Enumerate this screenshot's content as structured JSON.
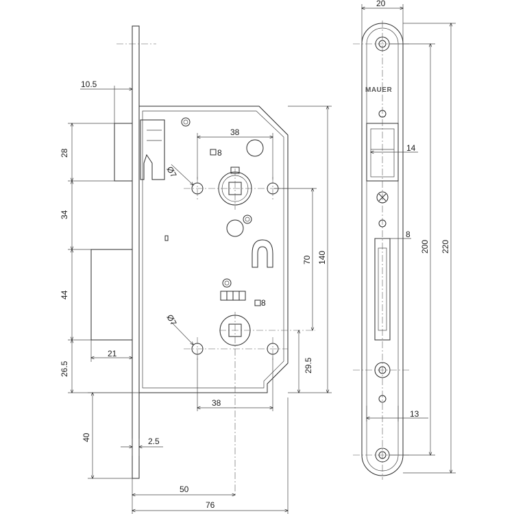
{
  "brand": "MAUER",
  "dimensions": {
    "backset_top_ref": "10.5",
    "latch_height": "28",
    "gap_latch_to_bolt": "34",
    "bolt_height": "44",
    "bolt_bottom": "26.5",
    "bolt_width": "21",
    "spindle_spacing_top": "38",
    "spindle_square_top": "8",
    "hole_diameter_top": "Ø7",
    "hole_diameter_bottom": "Ø7",
    "spindle_square_bottom": "8",
    "spindle_spacing_bottom": "38",
    "center_distance": "70",
    "case_height": "140",
    "bottom_offset": "29.5",
    "faceplate_thickness": "2.5",
    "faceplate_bottom": "40",
    "backset": "50",
    "case_depth": "76",
    "faceplate_width": "20",
    "latch_opening_width": "14",
    "bolt_opening_width": "8",
    "strike_slot_width": "13",
    "screw_spacing": "200",
    "faceplate_length": "220"
  }
}
